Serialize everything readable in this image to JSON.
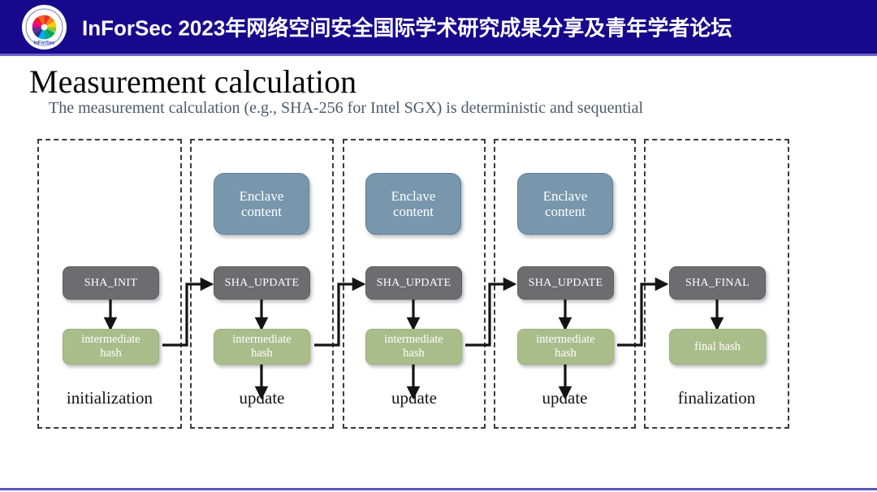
{
  "banner": {
    "title": "InForSec 2023年网络空间安全国际学术研究成果分享及青年学者论坛",
    "logo_alt": "inforsec-logo",
    "background_color": "#18088c",
    "text_color": "#ffffff",
    "underline_color": "#6a63c8"
  },
  "slide": {
    "title": "Measurement calculation",
    "subtitle": "The measurement calculation (e.g., SHA-256 for Intel SGX) is deterministic and sequential",
    "title_color": "#0a0a0a",
    "subtitle_color": "#4b5a6b",
    "bottom_rule_color": "#5b53bd"
  },
  "diagram": {
    "colors": {
      "enclave": "#7897ad",
      "sha": "#6d6d70",
      "hash": "#a9bd8b",
      "panel_border": "#3a3a3a",
      "arrow": "#141414"
    },
    "panels": [
      {
        "id": "initialization",
        "label": "initialization",
        "enclave": null,
        "sha": "SHA_INIT",
        "hash": "intermediate hash",
        "hash_line1": "intermediate",
        "hash_line2": "hash"
      },
      {
        "id": "update-1",
        "label": "update",
        "enclave_line1": "Enclave",
        "enclave_line2": "content",
        "sha": "SHA_UPDATE",
        "hash_line1": "intermediate",
        "hash_line2": "hash"
      },
      {
        "id": "update-2",
        "label": "update",
        "enclave_line1": "Enclave",
        "enclave_line2": "content",
        "sha": "SHA_UPDATE",
        "hash_line1": "intermediate",
        "hash_line2": "hash"
      },
      {
        "id": "update-3",
        "label": "update",
        "enclave_line1": "Enclave",
        "enclave_line2": "content",
        "sha": "SHA_UPDATE",
        "hash_line1": "intermediate",
        "hash_line2": "hash"
      },
      {
        "id": "finalization",
        "label": "finalization",
        "enclave": null,
        "sha": "SHA_FINAL",
        "hash_line1": "final hash",
        "hash_line2": ""
      }
    ]
  }
}
